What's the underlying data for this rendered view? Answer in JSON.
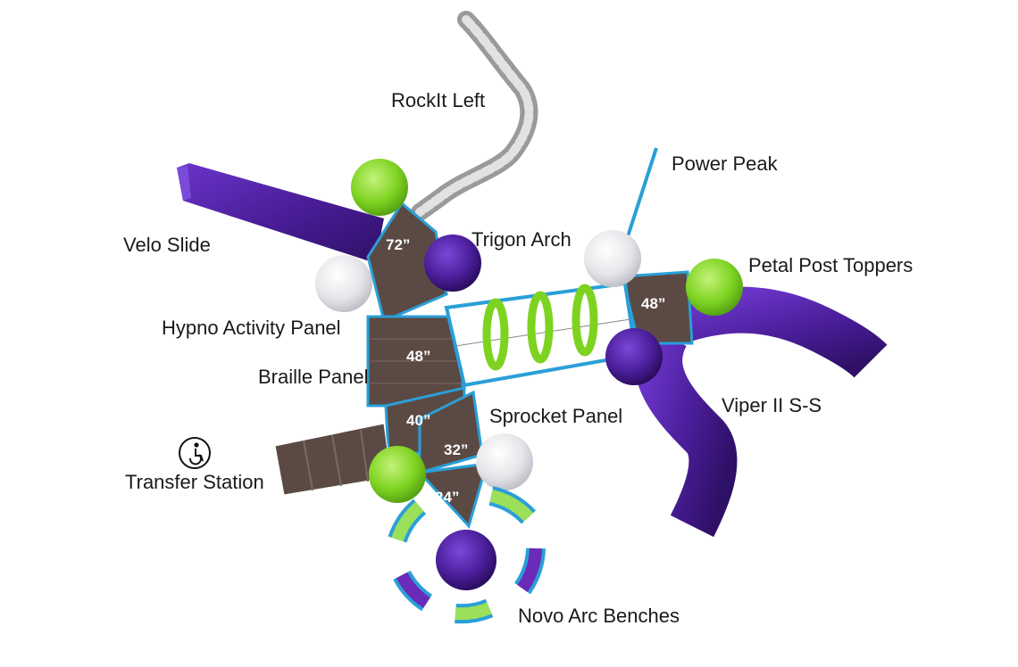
{
  "labels": {
    "rockit_left": "RockIt Left",
    "power_peak": "Power Peak",
    "velo_slide": "Velo Slide",
    "trigon_arch": "Trigon Arch",
    "petal_post_toppers": "Petal Post Toppers",
    "hypno_activity_panel": "Hypno Activity Panel",
    "braille_panel": "Braille Panel",
    "sprocket_panel": "Sprocket Panel",
    "viper_ii_ss": "Viper II S-S",
    "transfer_station": "Transfer Station",
    "novo_arc_benches": "Novo Arc Benches"
  },
  "deck_heights": {
    "deck_72": "72”",
    "deck_48_main": "48”",
    "deck_48_right": "48”",
    "deck_40": "40”",
    "deck_32": "32”",
    "deck_24": "24”"
  },
  "colors": {
    "deck_brown": "#5b4a44",
    "slide_purple": "#4a1e9a",
    "topper_green": "#7ed321",
    "topper_white": "#e8e8ec",
    "frame_blue": "#2a9fd8",
    "bench_green": "#9be05a",
    "bench_purple": "#6a2bb8"
  },
  "icons": {
    "transfer_station": "accessibility-icon"
  }
}
